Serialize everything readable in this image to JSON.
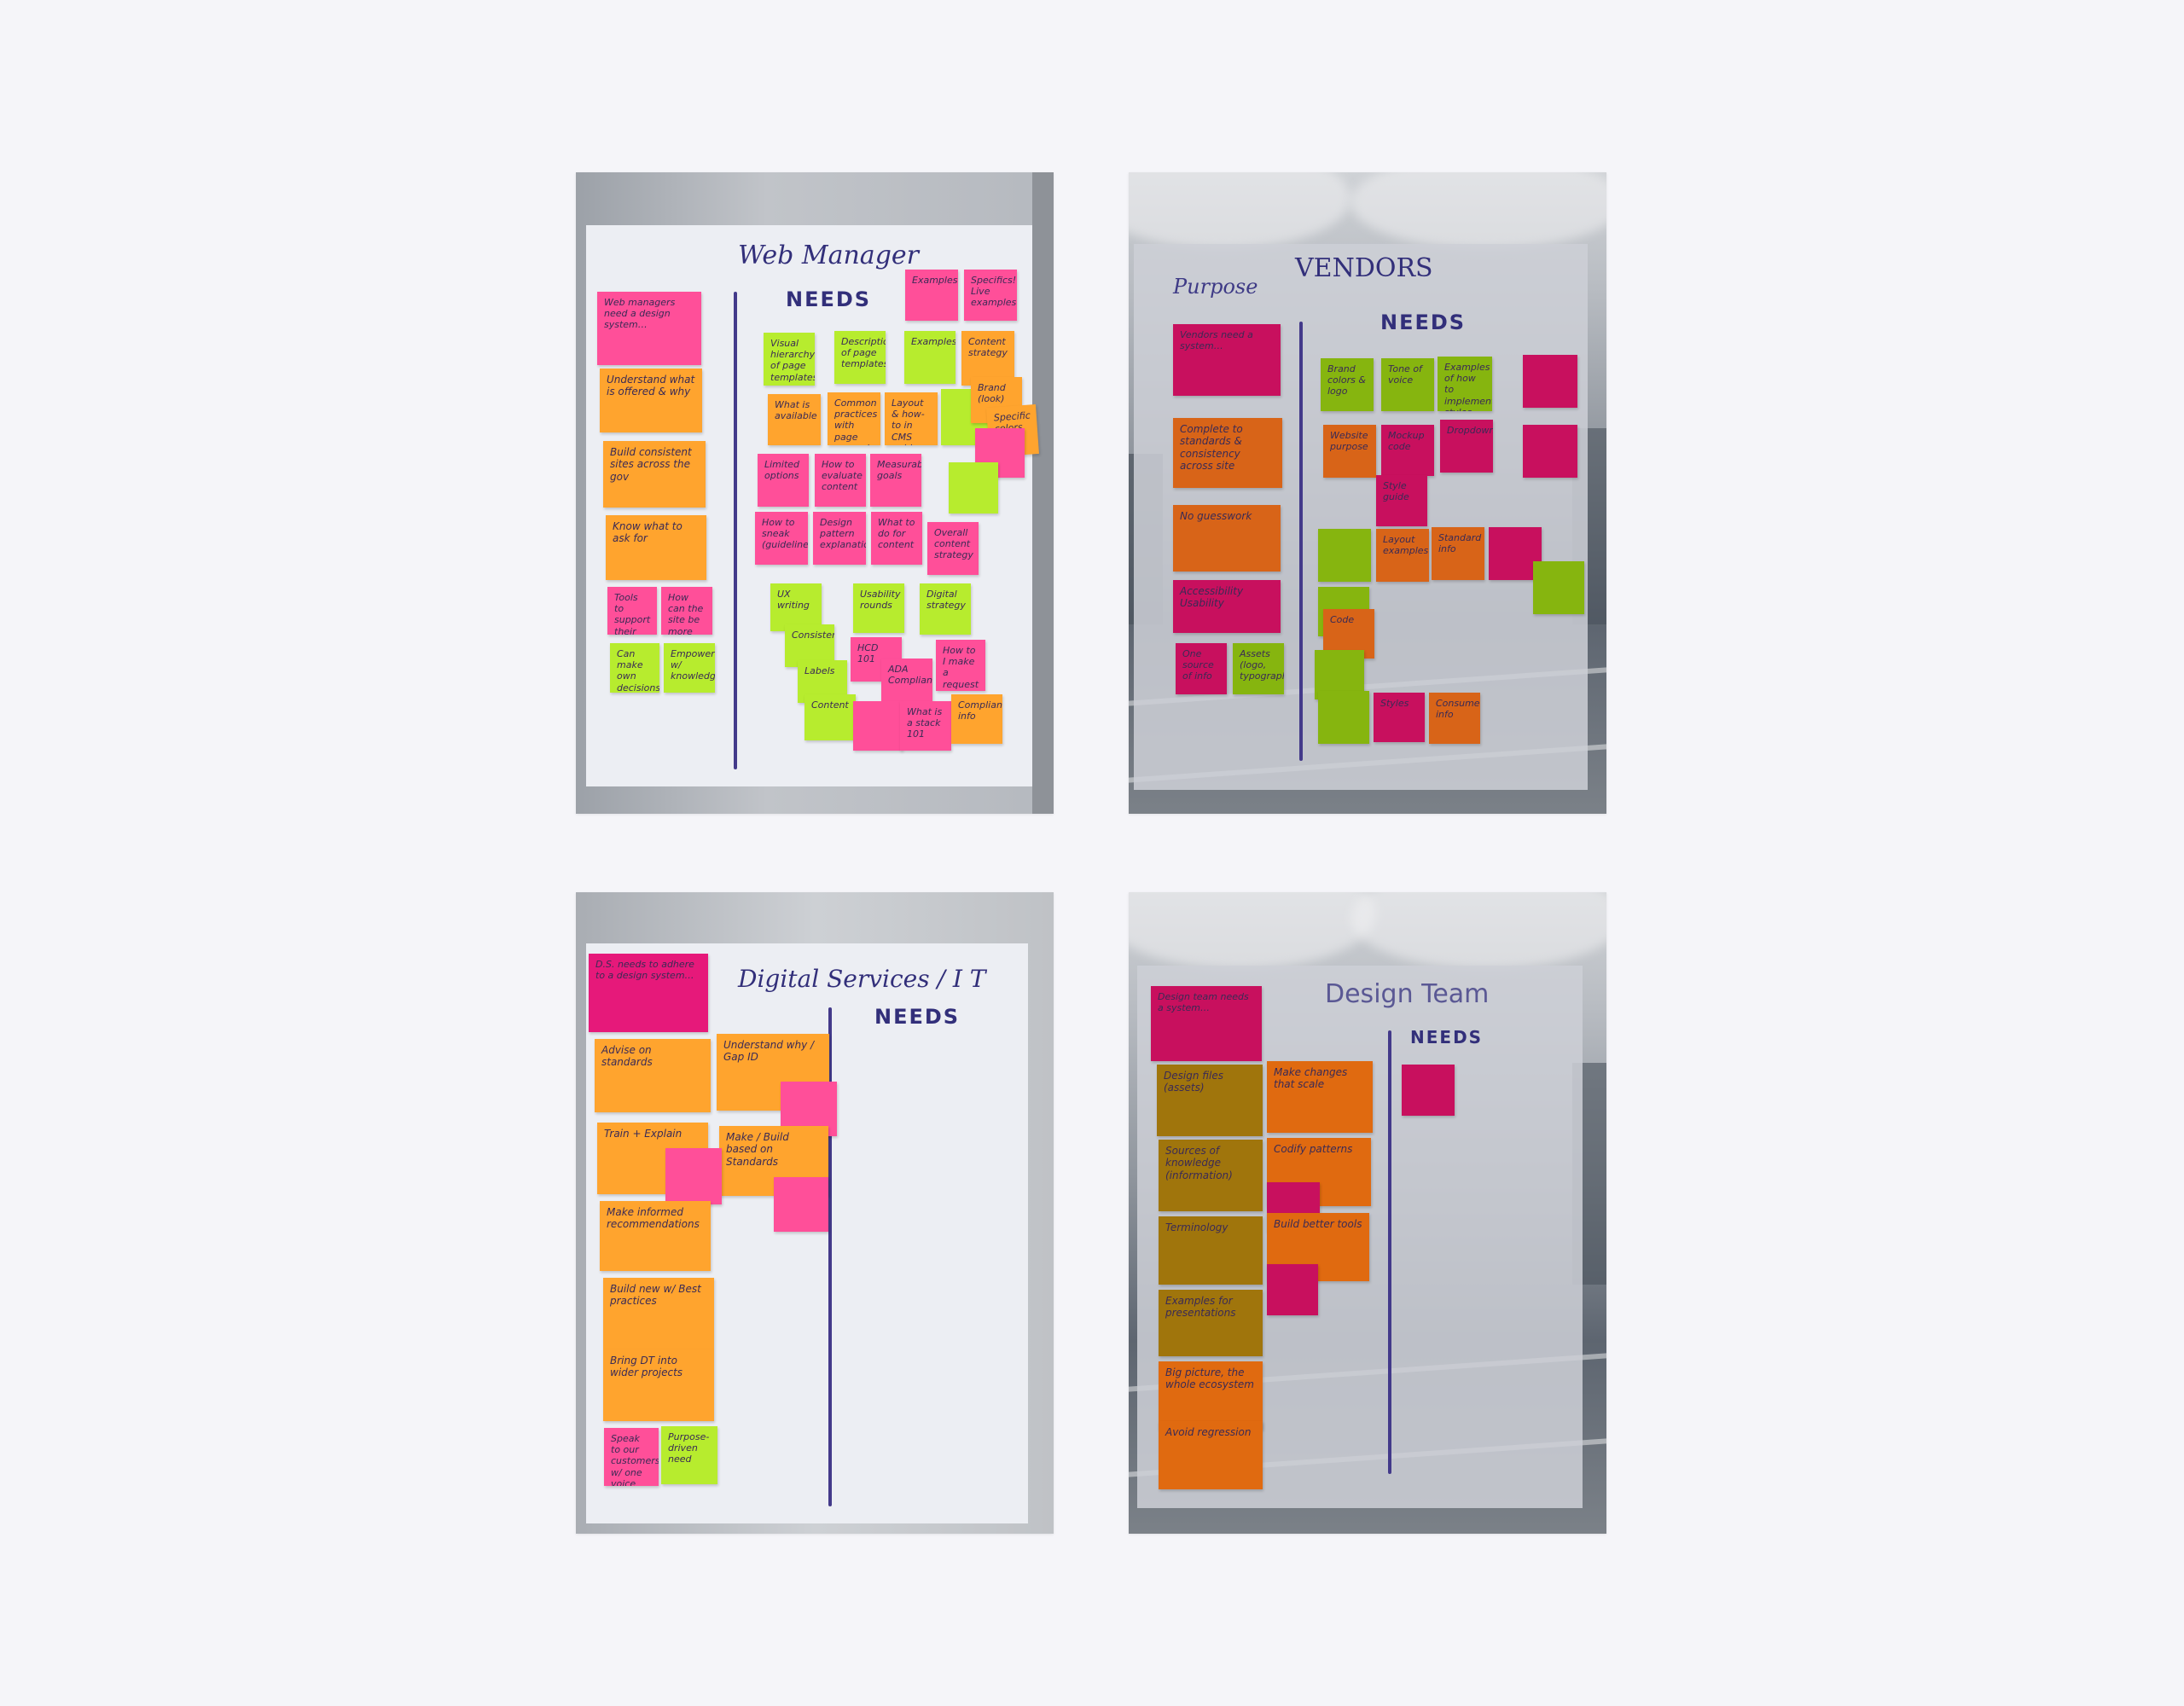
{
  "photos": [
    {
      "title": "Web Manager",
      "needs": "NEEDS",
      "notes": [
        "Understand what is offered & why",
        "Build consistent sites across the gov",
        "Know what to ask for",
        "Tools to support their customers",
        "How can the site be more consistent",
        "Can make own decisions",
        "Empowered w/ knowledge",
        "Visual hierarchy of page templates",
        "Description of page templates",
        "What is available",
        "Common practices with page examples",
        "Layout & how-to in CMS guide",
        "Content strategy",
        "Brand (look)",
        "Specific colors, fonts, sizes",
        "Limited options",
        "How to evaluate content",
        "Measurable goals",
        "How to sneak (guidelines)",
        "Design pattern explanation",
        "What to do for content",
        "Overall content strategy",
        "UX writing",
        "Usability rounds",
        "Digital strategy",
        "Consistent",
        "HCD 101",
        "Labels",
        "ADA Compliance",
        "How to I make a request",
        "Content",
        "What is a stack 101",
        "Compliant info",
        "Examples",
        "Specifics! Live examples"
      ]
    },
    {
      "title": "VENDORS",
      "purpose": "Purpose",
      "needs": "NEEDS",
      "notes": [
        "Complete to standards & consistency across site",
        "No guesswork",
        "Accessibility Usability",
        "One source of info",
        "Assets (logo, typography)",
        "Brand colors & logo",
        "Tone of voice",
        "Examples of how to implement styles",
        "Website purpose",
        "Mockup code",
        "Dropdown",
        "Style guide",
        "Layout examples",
        "Standard info",
        "Code",
        "Styles",
        "Consumer info"
      ]
    },
    {
      "title": "Digital Services / I T",
      "needs": "NEEDS",
      "notes": [
        "Advise on standards",
        "Understand why / Gap ID",
        "Train + Explain",
        "Make / Build based on Standards",
        "Make informed recommendations",
        "Build new w/ Best practices",
        "Bring DT into wider projects",
        "Speak to our customers w/ one voice",
        "Purpose-driven need"
      ]
    },
    {
      "title": "Design Team",
      "needs": "NEEDS",
      "notes": [
        "Design files (assets)",
        "Make changes that scale",
        "Sources of knowledge (information)",
        "Codify patterns",
        "Terminology",
        "Build better tools",
        "Examples for presentations",
        "Big picture, the whole ecosystem",
        "Avoid regression"
      ]
    }
  ]
}
